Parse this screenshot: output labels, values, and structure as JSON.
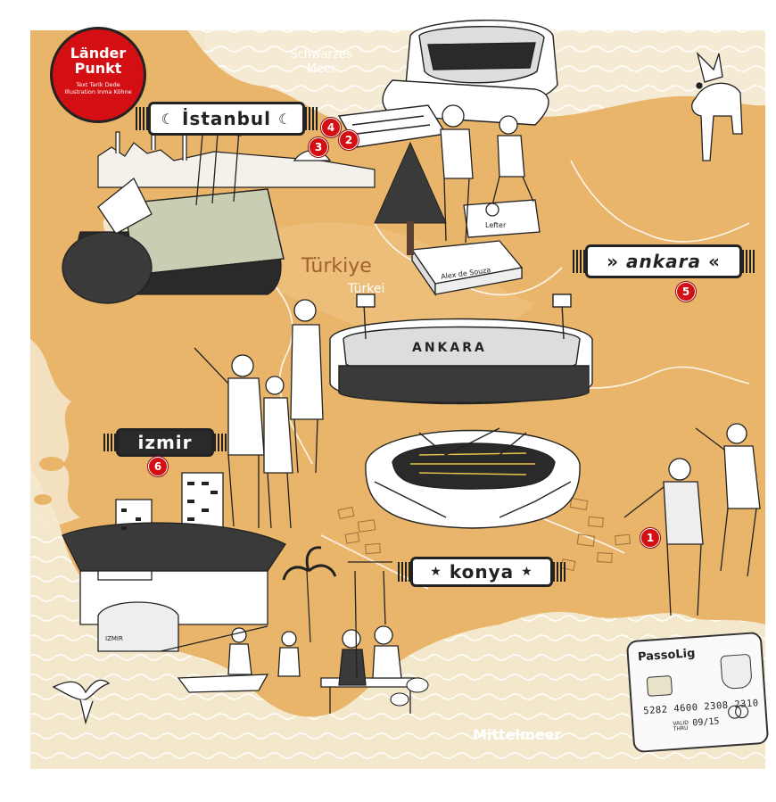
{
  "header": {
    "title_line1": "Länder",
    "title_line2": "Punkt",
    "credit_line1": "Text Tarik Dede",
    "credit_line2": "Illustration Inma Köhne"
  },
  "map_labels": {
    "sea_north": "Schwarzes Meer",
    "country_native": "Türkiye",
    "country_german": "Türkei",
    "sea_south": "Mittelmeer"
  },
  "scarves": {
    "istanbul": "İstanbul",
    "ankara": "ankara",
    "izmir": "izmir",
    "konya": "konya"
  },
  "statues": {
    "left": "Alex de Souza",
    "right": "Lefter"
  },
  "stadium_ankara_label": "ANKARA",
  "ferry_label": "IZMIR",
  "markers": [
    "1",
    "2",
    "3",
    "4",
    "5",
    "6"
  ],
  "card": {
    "brand": "PassoLig",
    "number": "5282 4600 2308 2310",
    "valid_label": "VALID THRU",
    "valid": "09/15"
  },
  "colors": {
    "land": "#e8b56a",
    "sea": "#f3e7cc",
    "marker": "#d40f14",
    "ink": "#222222"
  }
}
